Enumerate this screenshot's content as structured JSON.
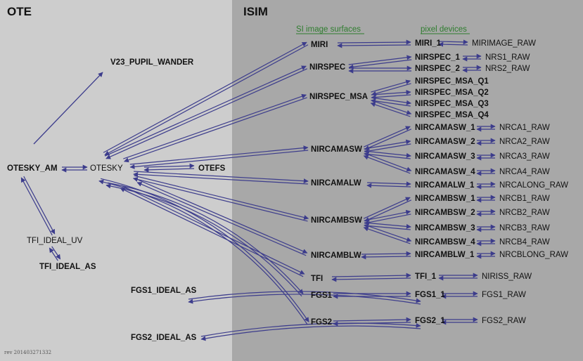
{
  "sections": {
    "ote": "OTE",
    "isim": "ISIM"
  },
  "groups": {
    "si_surfaces": "SI image surfaces",
    "pixel_devices": "pixel devices"
  },
  "revision": "rev 201403271332",
  "nodes": {
    "v23_pupil_wander": "V23_PUPIL_WANDER",
    "otesky_am": "OTESKY_AM",
    "otesky": "OTESKY",
    "otefs": "OTEFS",
    "tfi_ideal_uv": "TFI_IDEAL_UV",
    "tfi_ideal_as": "TFI_IDEAL_AS",
    "fgs1_ideal_as": "FGS1_IDEAL_AS",
    "fgs2_ideal_as": "FGS2_IDEAL_AS",
    "miri": "MIRI",
    "nirspec": "NIRSPEC",
    "nirspec_msa": "NIRSPEC_MSA",
    "nircamasw": "NIRCAMASW",
    "nircamalw": "NIRCAMALW",
    "nircambsw": "NIRCAMBSW",
    "nircamblw": "NIRCAMBLW",
    "tfi": "TFI",
    "fgs1": "FGS1",
    "fgs2": "FGS2",
    "miri_1": "MIRI_1",
    "nirspec_1": "NIRSPEC_1",
    "nirspec_2": "NIRSPEC_2",
    "nirspec_msa_q1": "NIRSPEC_MSA_Q1",
    "nirspec_msa_q2": "NIRSPEC_MSA_Q2",
    "nirspec_msa_q3": "NIRSPEC_MSA_Q3",
    "nirspec_msa_q4": "NIRSPEC_MSA_Q4",
    "nircamasw_1": "NIRCAMASW_1",
    "nircamasw_2": "NIRCAMASW_2",
    "nircamasw_3": "NIRCAMASW_3",
    "nircamasw_4": "NIRCAMASW_4",
    "nircamalw_1": "NIRCAMALW_1",
    "nircambsw_1": "NIRCAMBSW_1",
    "nircambsw_2": "NIRCAMBSW_2",
    "nircambsw_3": "NIRCAMBSW_3",
    "nircambsw_4": "NIRCAMBSW_4",
    "nircamblw_1": "NIRCAMBLW_1",
    "tfi_1": "TFI_1",
    "fgs1_1": "FGS1_1",
    "fgs2_1": "FGS2_1",
    "mirimage_raw": "MIRIMAGE_RAW",
    "nrs1_raw": "NRS1_RAW",
    "nrs2_raw": "NRS2_RAW",
    "nrca1_raw": "NRCA1_RAW",
    "nrca2_raw": "NRCA2_RAW",
    "nrca3_raw": "NRCA3_RAW",
    "nrca4_raw": "NRCA4_RAW",
    "nrcalong_raw": "NRCALONG_RAW",
    "nrcb1_raw": "NRCB1_RAW",
    "nrcb2_raw": "NRCB2_RAW",
    "nrcb3_raw": "NRCB3_RAW",
    "nrcb4_raw": "NRCB4_RAW",
    "nrcblong_raw": "NRCBLONG_RAW",
    "niriss_raw": "NIRISS_RAW",
    "fgs1_raw": "FGS1_RAW",
    "fgs2_raw": "FGS2_RAW"
  },
  "edges": [
    {
      "from": "otesky_am",
      "to": "v23_pupil_wander",
      "kind": "single"
    },
    {
      "from": "otesky_am",
      "to": "otesky",
      "kind": "double"
    },
    {
      "from": "otesky_am",
      "to": "tfi_ideal_uv",
      "kind": "double"
    },
    {
      "from": "tfi_ideal_uv",
      "to": "tfi_ideal_as",
      "kind": "double"
    },
    {
      "from": "otesky",
      "to": "otefs",
      "kind": "double"
    },
    {
      "from": "otesky",
      "to": "miri",
      "kind": "double"
    },
    {
      "from": "otesky",
      "to": "nirspec",
      "kind": "double"
    },
    {
      "from": "otesky",
      "to": "nirspec_msa",
      "kind": "double"
    },
    {
      "from": "otesky",
      "to": "nircamasw",
      "kind": "double"
    },
    {
      "from": "otesky",
      "to": "nircamalw",
      "kind": "double"
    },
    {
      "from": "otesky",
      "to": "nircambsw",
      "kind": "double"
    },
    {
      "from": "otesky",
      "to": "nircamblw",
      "kind": "double"
    },
    {
      "from": "otesky",
      "to": "tfi",
      "kind": "double"
    },
    {
      "from": "otesky",
      "to": "fgs1",
      "kind": "double"
    },
    {
      "from": "otesky",
      "to": "fgs2",
      "kind": "double"
    },
    {
      "from": "miri",
      "to": "miri_1",
      "kind": "double"
    },
    {
      "from": "nirspec",
      "to": "nirspec_1",
      "kind": "double"
    },
    {
      "from": "nirspec",
      "to": "nirspec_2",
      "kind": "double"
    },
    {
      "from": "nirspec_msa",
      "to": "nirspec_msa_q1",
      "kind": "double"
    },
    {
      "from": "nirspec_msa",
      "to": "nirspec_msa_q2",
      "kind": "double"
    },
    {
      "from": "nirspec_msa",
      "to": "nirspec_msa_q3",
      "kind": "double"
    },
    {
      "from": "nirspec_msa",
      "to": "nirspec_msa_q4",
      "kind": "double"
    },
    {
      "from": "nircamasw",
      "to": "nircamasw_1",
      "kind": "double"
    },
    {
      "from": "nircamasw",
      "to": "nircamasw_2",
      "kind": "double"
    },
    {
      "from": "nircamasw",
      "to": "nircamasw_3",
      "kind": "double"
    },
    {
      "from": "nircamasw",
      "to": "nircamasw_4",
      "kind": "double"
    },
    {
      "from": "nircamalw",
      "to": "nircamalw_1",
      "kind": "double"
    },
    {
      "from": "nircambsw",
      "to": "nircambsw_1",
      "kind": "double"
    },
    {
      "from": "nircambsw",
      "to": "nircambsw_2",
      "kind": "double"
    },
    {
      "from": "nircambsw",
      "to": "nircambsw_3",
      "kind": "double"
    },
    {
      "from": "nircambsw",
      "to": "nircambsw_4",
      "kind": "double"
    },
    {
      "from": "nircamblw",
      "to": "nircamblw_1",
      "kind": "double"
    },
    {
      "from": "tfi",
      "to": "tfi_1",
      "kind": "double"
    },
    {
      "from": "fgs1",
      "to": "fgs1_1",
      "kind": "double"
    },
    {
      "from": "fgs2",
      "to": "fgs2_1",
      "kind": "double"
    },
    {
      "from": "fgs1_1",
      "to": "fgs1_ideal_as",
      "kind": "double"
    },
    {
      "from": "fgs2_1",
      "to": "fgs2_ideal_as",
      "kind": "double"
    },
    {
      "from": "miri_1",
      "to": "mirimage_raw",
      "kind": "double"
    },
    {
      "from": "nirspec_1",
      "to": "nrs1_raw",
      "kind": "double"
    },
    {
      "from": "nirspec_2",
      "to": "nrs2_raw",
      "kind": "double"
    },
    {
      "from": "nircamasw_1",
      "to": "nrca1_raw",
      "kind": "double"
    },
    {
      "from": "nircamasw_2",
      "to": "nrca2_raw",
      "kind": "double"
    },
    {
      "from": "nircamasw_3",
      "to": "nrca3_raw",
      "kind": "double"
    },
    {
      "from": "nircamasw_4",
      "to": "nrca4_raw",
      "kind": "double"
    },
    {
      "from": "nircamalw_1",
      "to": "nrcalong_raw",
      "kind": "double"
    },
    {
      "from": "nircambsw_1",
      "to": "nrcb1_raw",
      "kind": "double"
    },
    {
      "from": "nircambsw_2",
      "to": "nrcb2_raw",
      "kind": "double"
    },
    {
      "from": "nircambsw_3",
      "to": "nrcb3_raw",
      "kind": "double"
    },
    {
      "from": "nircambsw_4",
      "to": "nrcb4_raw",
      "kind": "double"
    },
    {
      "from": "nircamblw_1",
      "to": "nrcblong_raw",
      "kind": "double"
    },
    {
      "from": "tfi_1",
      "to": "niriss_raw",
      "kind": "double"
    },
    {
      "from": "fgs1_1",
      "to": "fgs1_raw",
      "kind": "double"
    },
    {
      "from": "fgs2_1",
      "to": "fgs2_raw",
      "kind": "double"
    }
  ],
  "colors": {
    "ote_bg": "#cdcdcd",
    "isim_bg": "#a8a8a8",
    "arrow": "#3c3c8c",
    "group_label": "#2e7d2e"
  }
}
